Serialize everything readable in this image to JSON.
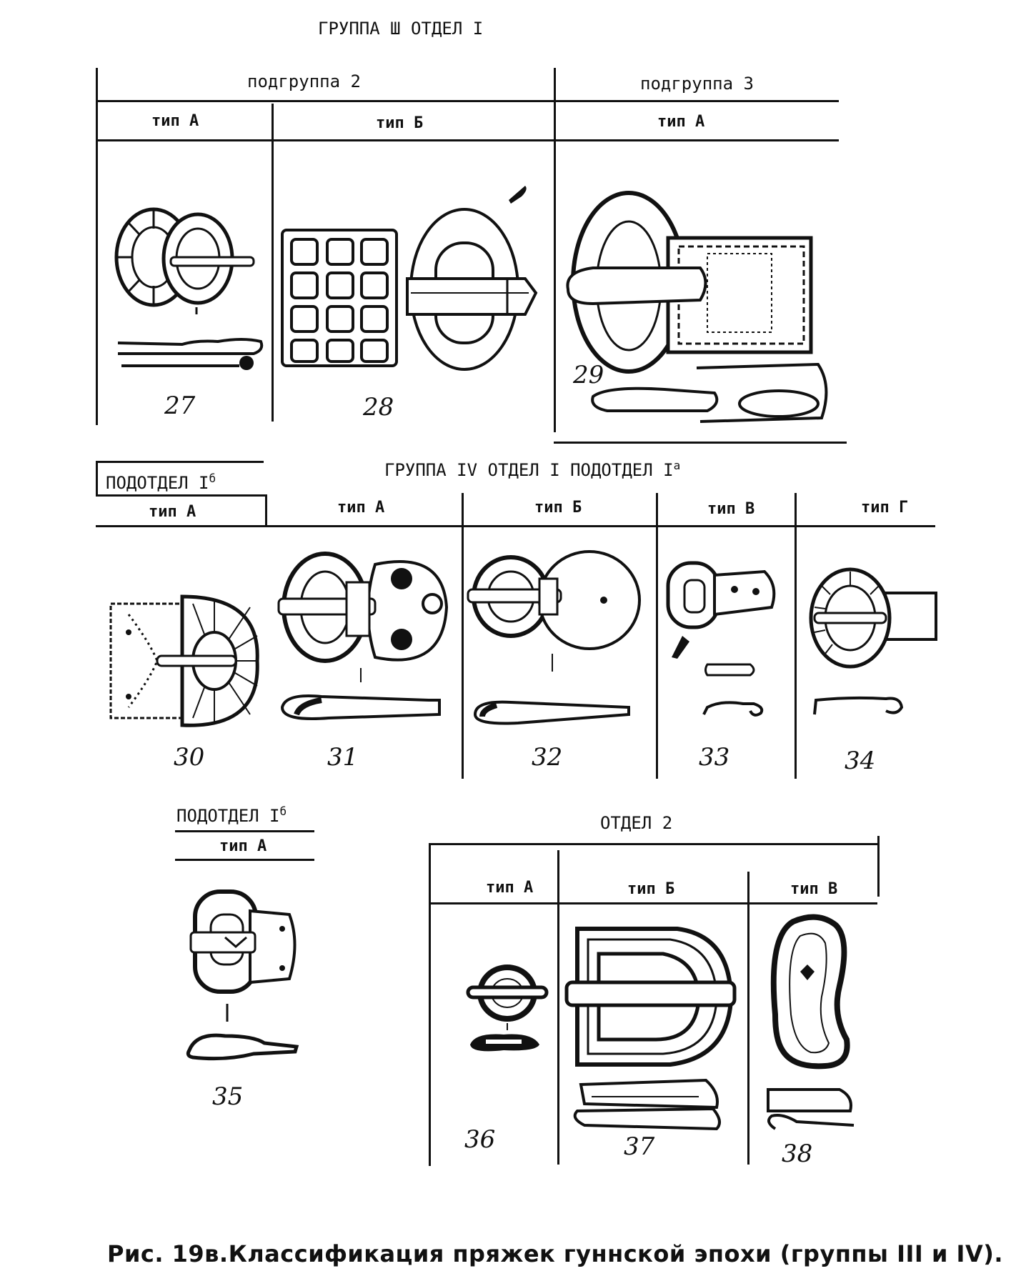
{
  "top": {
    "title": "ГРУППА Ш ОТДЕЛ I",
    "subgroup_2": "подгруппа 2",
    "subgroup_3": "подгруппа 3",
    "type_a_1": "тип А",
    "type_b_1": "тип Б",
    "type_a_2": "тип А",
    "numbers": [
      "27",
      "28",
      "29"
    ]
  },
  "middle": {
    "title": "ГРУППА IV ОТДЕЛ I ПОДОТДЕЛ I",
    "title_sup": "а",
    "subdivision": "ПОДОТДЕЛ I",
    "subdivision_sup": "б",
    "types": [
      "тип А",
      "тип А",
      "тип Б",
      "тип В",
      "тип Г"
    ],
    "numbers": [
      "30",
      "31",
      "32",
      "33",
      "34"
    ]
  },
  "bottom": {
    "subdivision": "ПОДОТДЕЛ I",
    "subdivision_sup": "б",
    "subdivision_type": "тип А",
    "division_2": "ОТДЕЛ 2",
    "types": [
      "тип А",
      "тип Б",
      "тип В"
    ],
    "numbers": [
      "35",
      "36",
      "37",
      "38"
    ]
  },
  "caption": "Рис. 19в.Классификация пряжек гуннской эпохи (группы III и IV)."
}
